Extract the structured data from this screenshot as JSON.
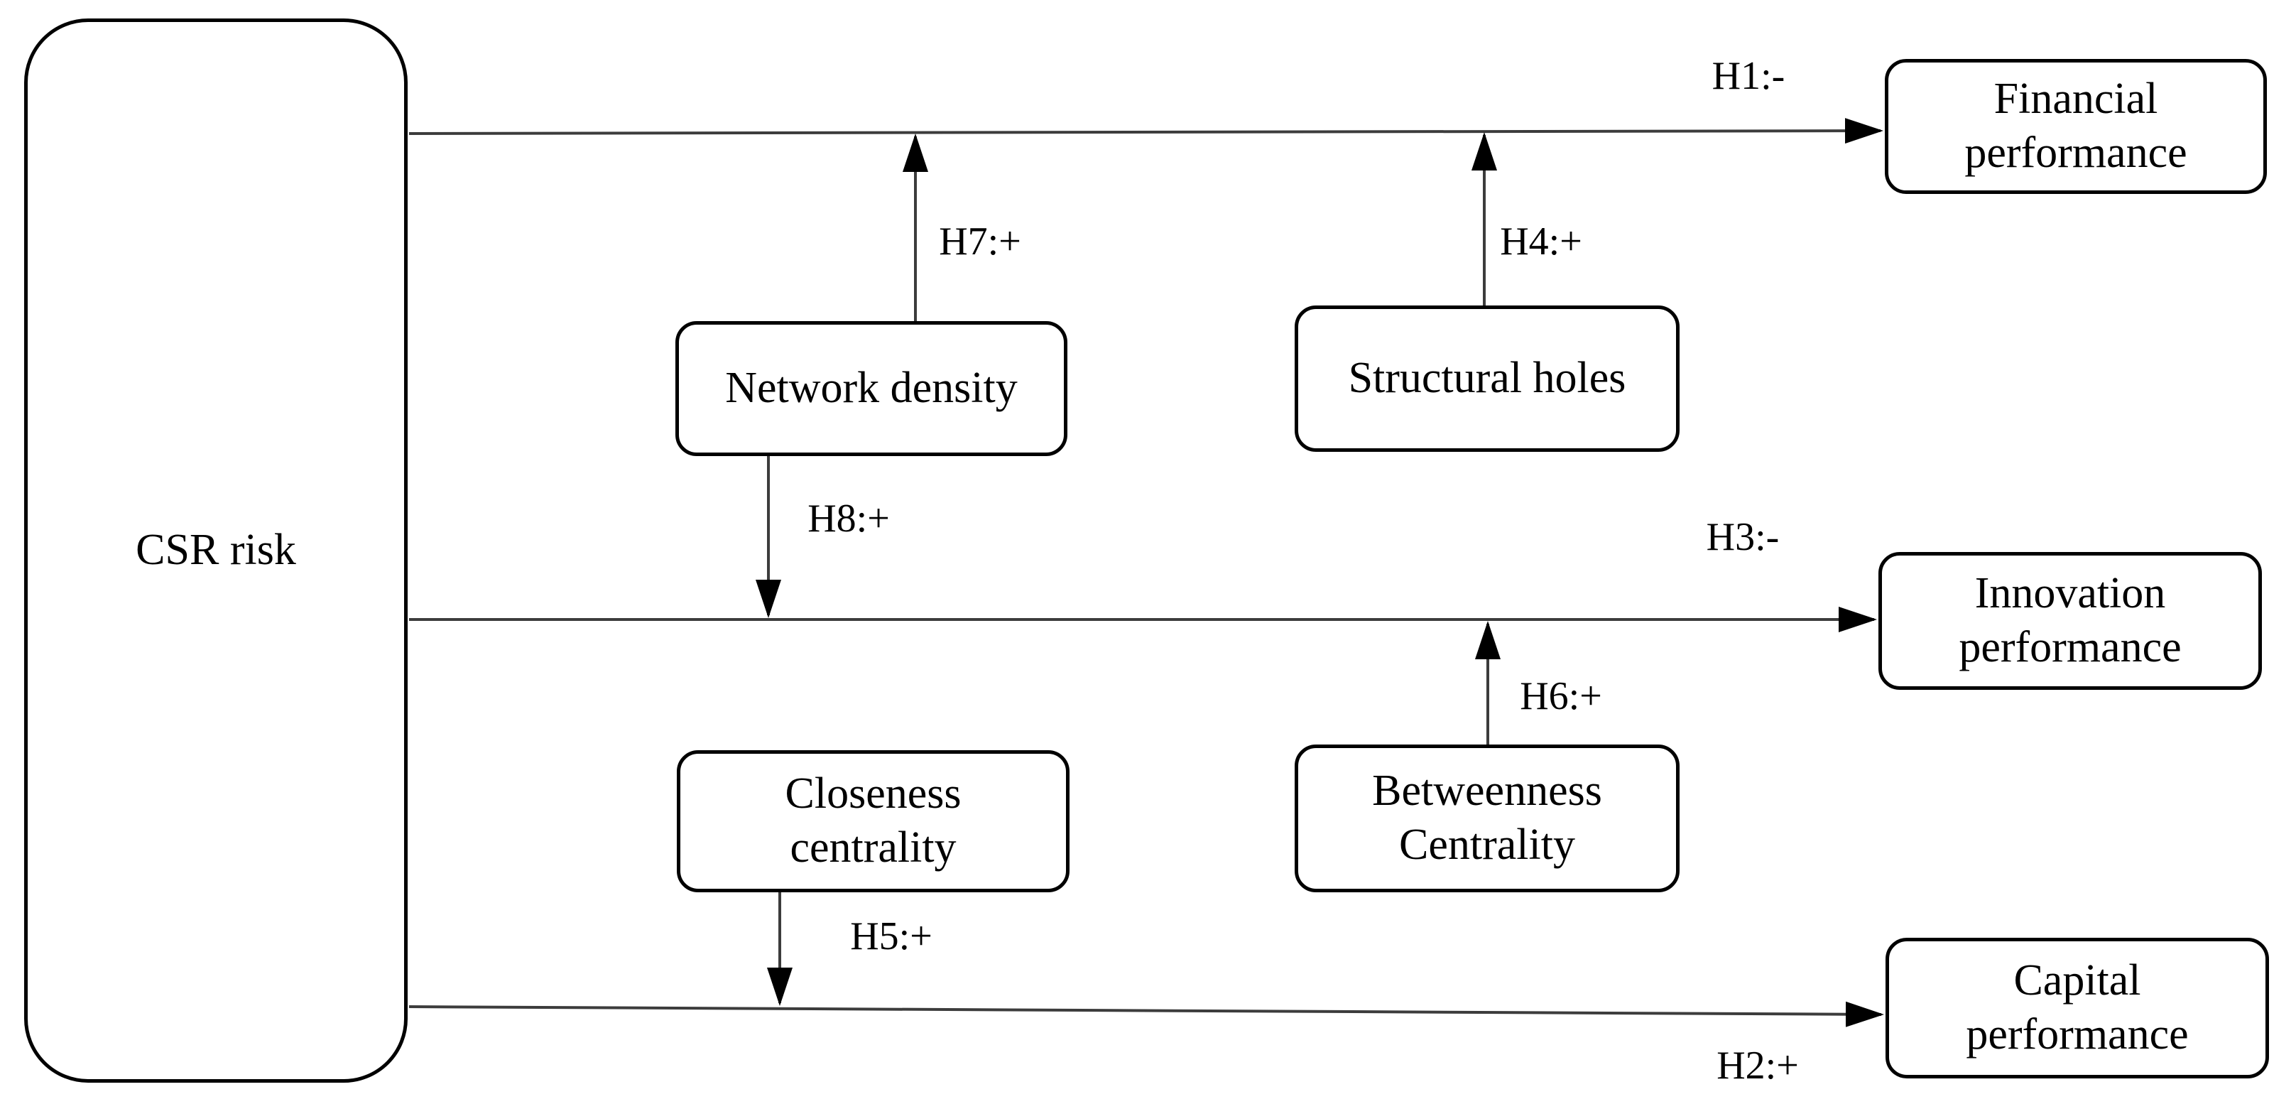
{
  "diagram": {
    "type": "hypothesis-path-model",
    "nodes": {
      "csr_risk": "CSR risk",
      "network_density": "Network density",
      "structural_holes": "Structural holes",
      "closeness_centrality": "Closeness centrality",
      "betweenness_centrality": "Betweenness Centrality",
      "financial_performance": "Financial performance",
      "innovation_performance": "Innovation performance",
      "capital_performance": "Capital performance"
    },
    "hypotheses": {
      "h1": "H1:-",
      "h2": "H2:+",
      "h3": "H3:-",
      "h4": "H4:+",
      "h5": "H5:+",
      "h6": "H6:+",
      "h7": "H7:+",
      "h8": "H8:+"
    },
    "edges": [
      {
        "id": "h1",
        "from": "csr_risk",
        "to": "financial_performance",
        "sign": "-"
      },
      {
        "id": "h2",
        "from": "csr_risk",
        "to": "capital_performance",
        "sign": "+"
      },
      {
        "id": "h3",
        "from": "csr_risk",
        "to": "innovation_performance",
        "sign": "-"
      },
      {
        "id": "h4",
        "from": "structural_holes",
        "to": "csr_risk-financial_performance-path",
        "sign": "+"
      },
      {
        "id": "h5",
        "from": "closeness_centrality",
        "to": "csr_risk-capital_performance-path",
        "sign": "+"
      },
      {
        "id": "h6",
        "from": "betweenness_centrality",
        "to": "csr_risk-innovation_performance-path",
        "sign": "+"
      },
      {
        "id": "h7",
        "from": "network_density",
        "to": "csr_risk-financial_performance-path",
        "sign": "+"
      },
      {
        "id": "h8",
        "from": "network_density",
        "to": "csr_risk-innovation_performance-path",
        "sign": "+"
      }
    ],
    "colors": {
      "ink": "#000000",
      "connector": "#3c3c3c",
      "background": "#ffffff"
    }
  }
}
